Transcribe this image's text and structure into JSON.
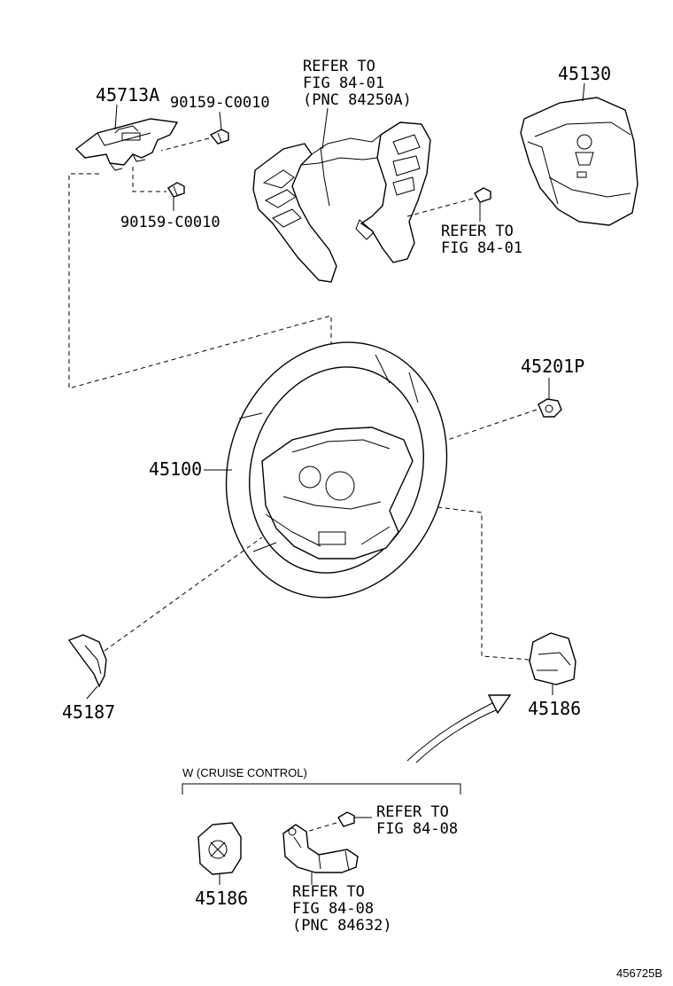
{
  "parts": {
    "p45713A": "45713A",
    "p90159_top": "90159-C0010",
    "p90159_bottom": "90159-C0010",
    "p45130": "45130",
    "p45201P": "45201P",
    "p45100": "45100",
    "p45187": "45187",
    "p45186_right": "45186",
    "p45186_bottom": "45186"
  },
  "refs": {
    "top_center": [
      "REFER TO",
      "FIG 84-01",
      "(PNC 84250A)"
    ],
    "right": [
      "REFER TO",
      "FIG 84-01"
    ],
    "cruise_screw": [
      "REFER TO",
      "FIG 84-08"
    ],
    "cruise_switch": [
      "REFER TO",
      "FIG 84-08",
      "(PNC 84632)"
    ]
  },
  "section": {
    "cruise_label": "W (CRUISE CONTROL)"
  },
  "figure_id": "456725B"
}
